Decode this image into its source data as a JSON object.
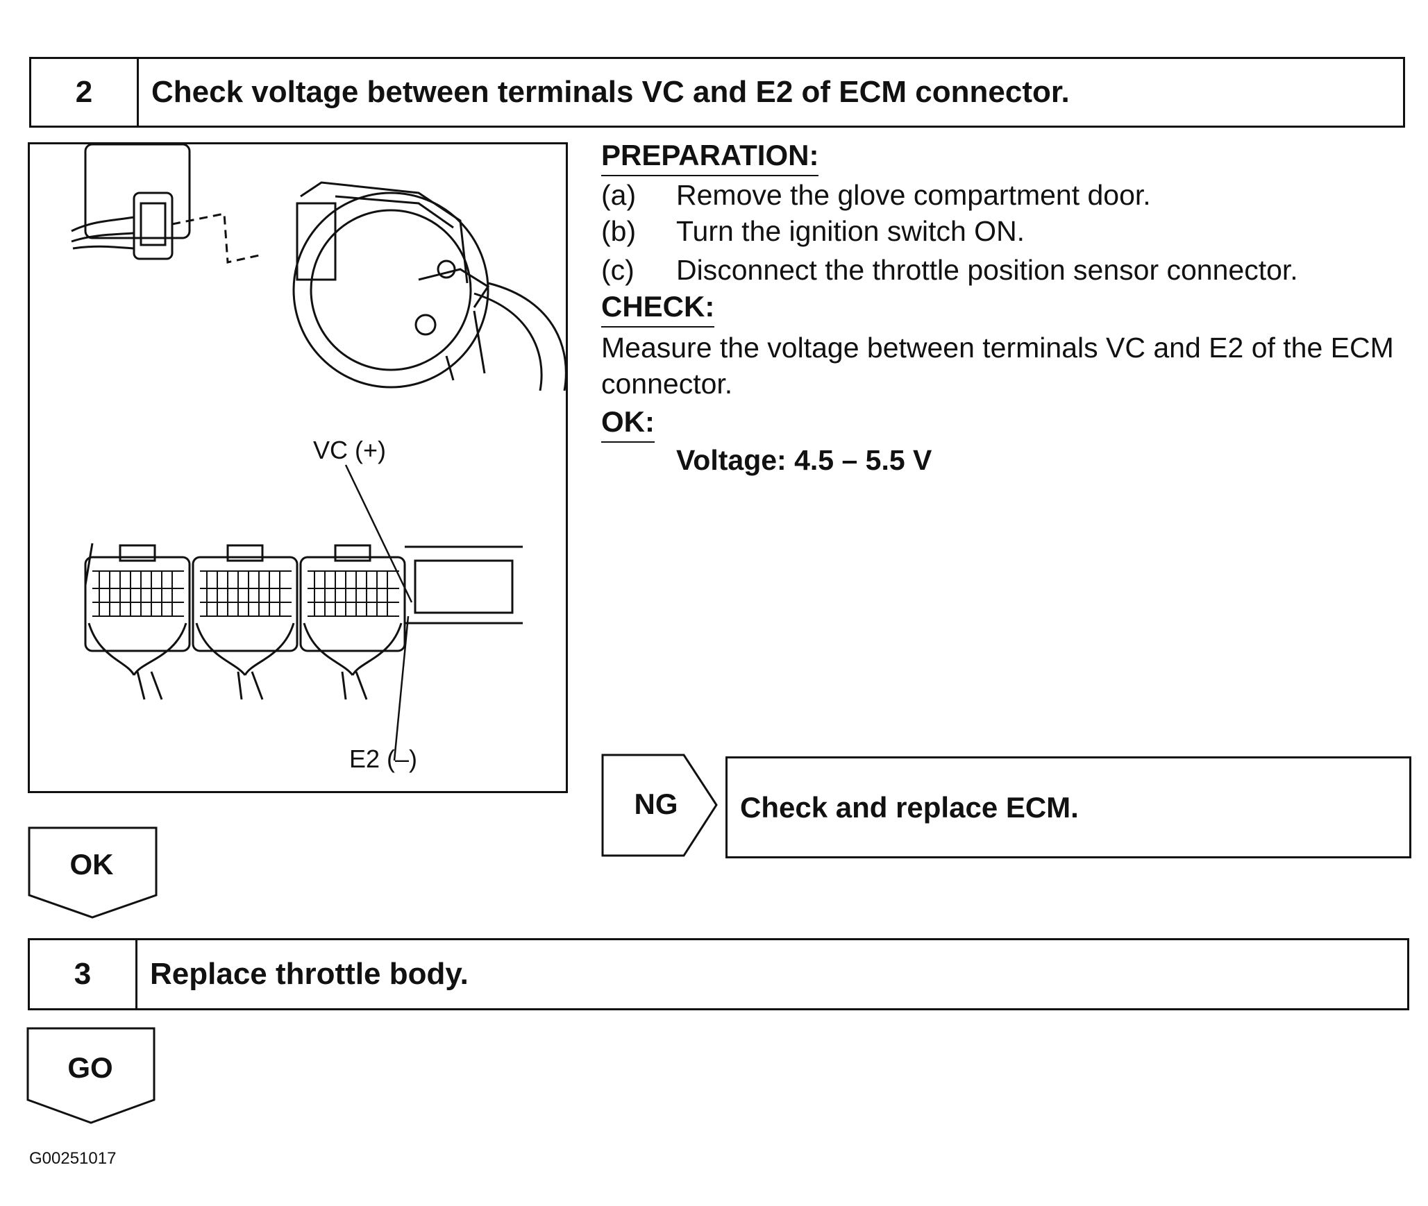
{
  "step2": {
    "number": "2",
    "title": "Check voltage between terminals VC and E2 of ECM connector."
  },
  "figure": {
    "callout_vc": "VC (+)",
    "callout_e2": "E2 (–)"
  },
  "preparation": {
    "heading": "PREPARATION:",
    "items": [
      {
        "label": "(a)",
        "text": "Remove the glove compartment door."
      },
      {
        "label": "(b)",
        "text": "Turn the ignition switch ON."
      },
      {
        "label": "(c)",
        "text": "Disconnect the throttle position sensor connector."
      }
    ]
  },
  "check": {
    "heading": "CHECK:",
    "line1": "Measure the voltage between terminals VC and E2 of the ECM",
    "line2": "connector."
  },
  "ok": {
    "heading": "OK:",
    "spec": "Voltage: 4.5 – 5.5 V"
  },
  "ng": {
    "label": "NG",
    "result": "Check and replace ECM."
  },
  "ok_flag": {
    "label": "OK"
  },
  "step3": {
    "number": "3",
    "title": "Replace throttle body."
  },
  "go_flag": {
    "label": "GO"
  },
  "figure_code": "G00251017"
}
